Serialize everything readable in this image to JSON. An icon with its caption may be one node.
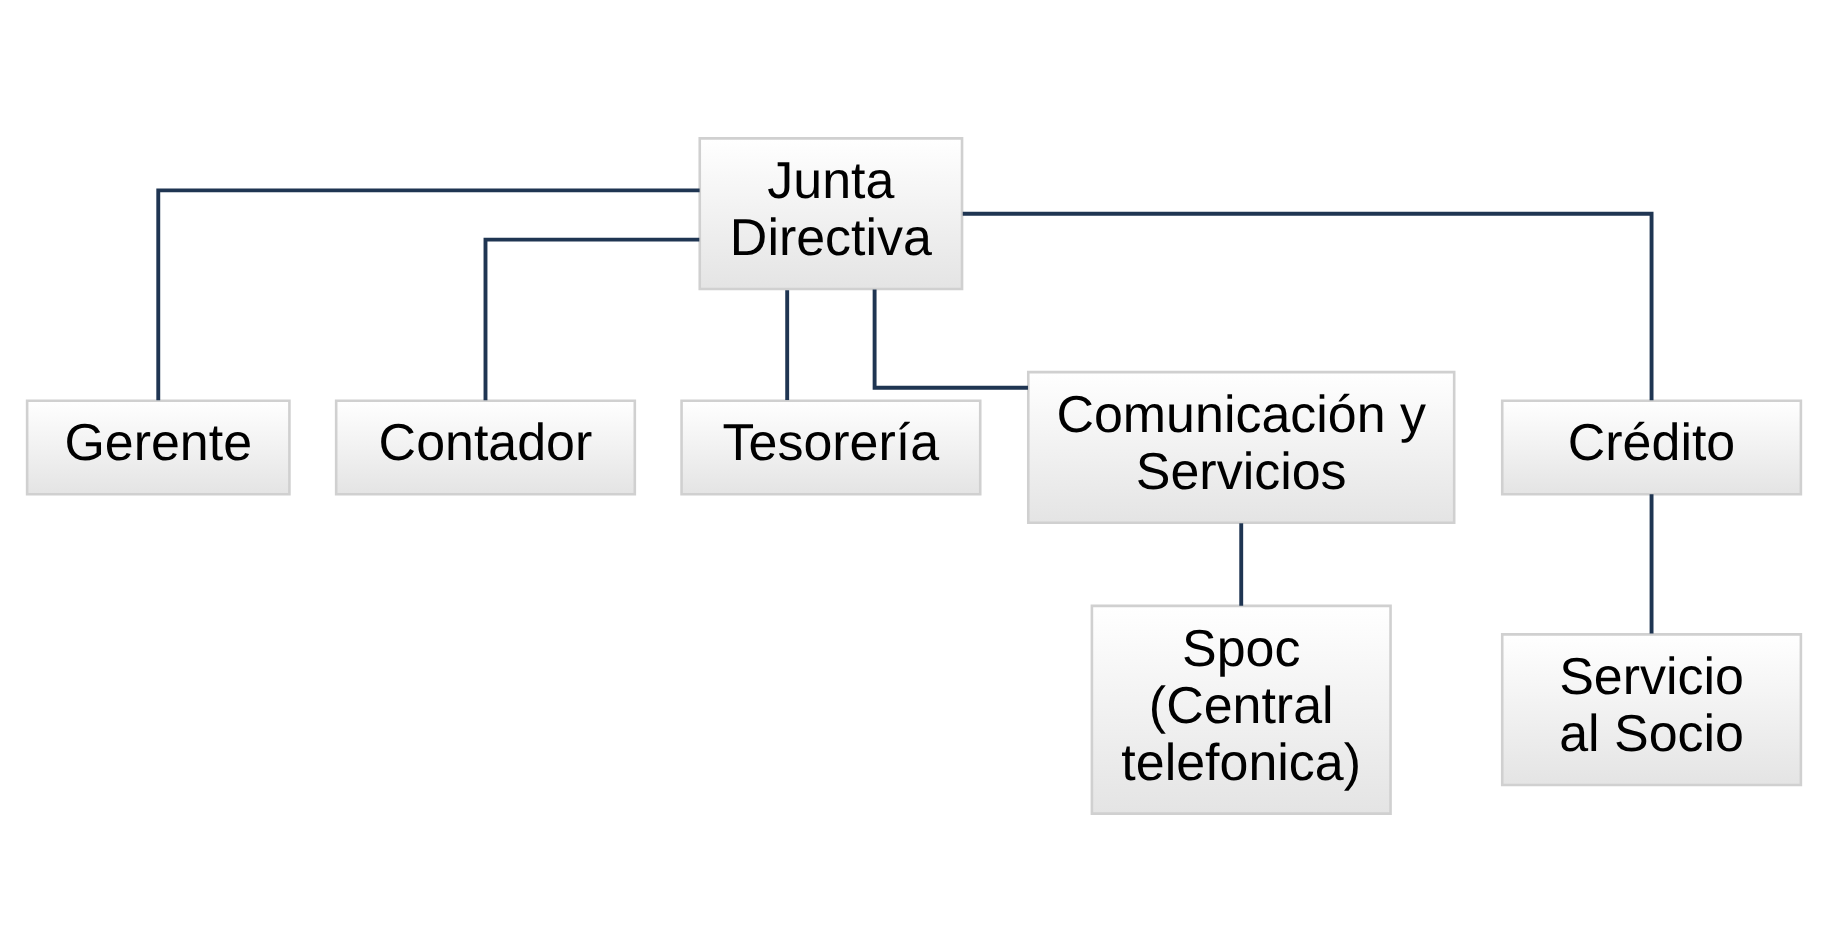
{
  "diagram": {
    "nodes": [
      {
        "text": [
          "Junta Directiva"
        ]
      },
      {
        "text": [
          "Gerente"
        ]
      },
      {
        "text": [
          "Contador"
        ]
      },
      {
        "text": [
          "Tesorería"
        ]
      },
      {
        "text": [
          "Comunicación y Servicios"
        ]
      },
      {
        "text": [
          "Crédito"
        ]
      },
      {
        "text": [
          "Spoc (Central telefonica)"
        ]
      },
      {
        "text": [
          "Servicio al Socio"
        ]
      }
    ],
    "edges": [
      {
        "from": 0,
        "to": 1,
        "arrow": "none"
      },
      {
        "from": 0,
        "to": 2,
        "arrow": "none"
      },
      {
        "from": 0,
        "to": 3,
        "arrow": "none"
      },
      {
        "from": 0,
        "to": 4,
        "arrow": "none"
      },
      {
        "from": 0,
        "to": 5,
        "arrow": "none"
      },
      {
        "from": 4,
        "to": 6,
        "arrow": "none"
      },
      {
        "from": 5,
        "to": 7,
        "arrow": "none"
      }
    ]
  }
}
